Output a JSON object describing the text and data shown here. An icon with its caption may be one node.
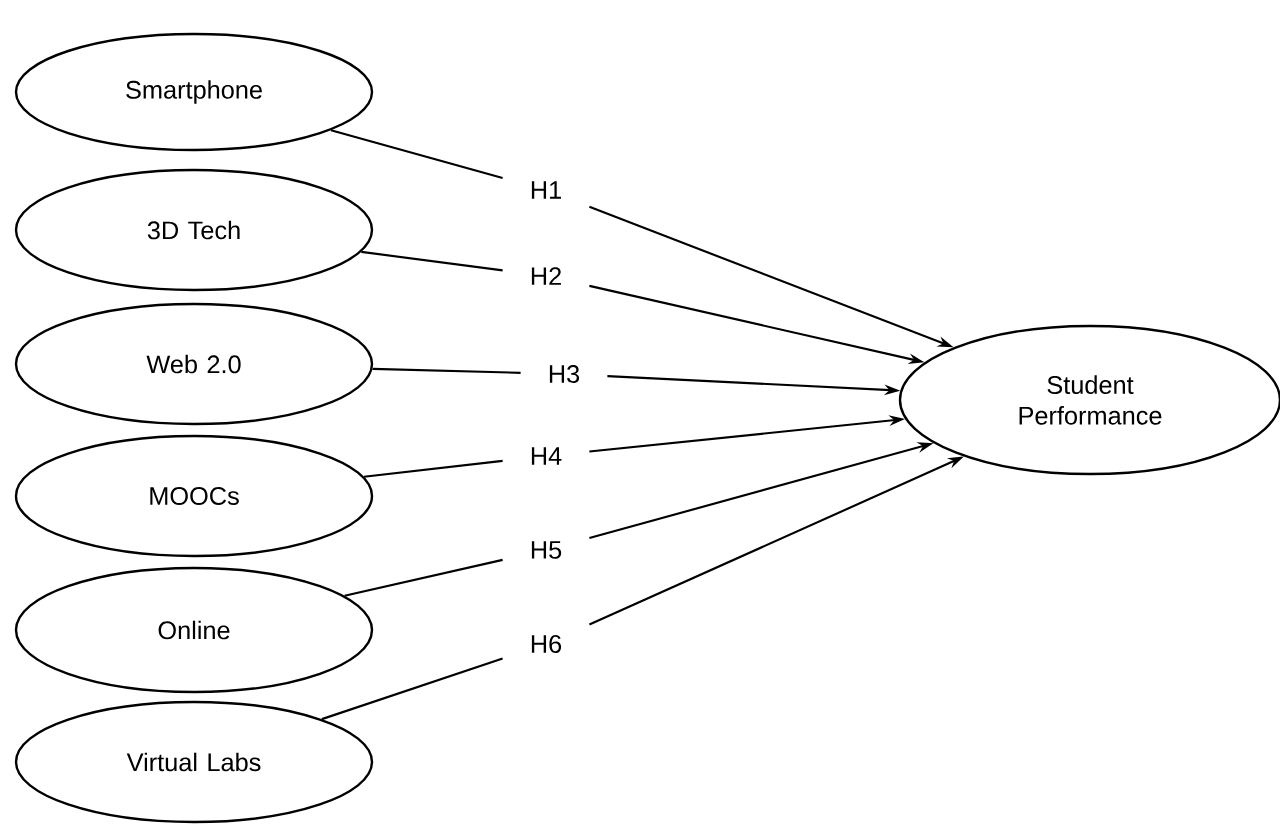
{
  "diagram": {
    "nodes": [
      {
        "text": [
          "Smartphone"
        ]
      },
      {
        "text": [
          "3D Tech"
        ]
      },
      {
        "text": [
          "Web 2.0"
        ]
      },
      {
        "text": [
          "MOOCs"
        ]
      },
      {
        "text": [
          "Online"
        ]
      },
      {
        "text": [
          "Virtual Labs"
        ]
      },
      {
        "text": [
          "Student Performance"
        ]
      },
      {
        "text": [
          "H1"
        ]
      },
      {
        "text": [
          "H2"
        ]
      },
      {
        "text": [
          "H3"
        ]
      },
      {
        "text": [
          "H4"
        ]
      },
      {
        "text": [
          "H5"
        ]
      },
      {
        "text": [
          "H6"
        ]
      }
    ],
    "edges": [
      {
        "from": 0,
        "to": 7,
        "arrow": "none"
      },
      {
        "from": 1,
        "to": 8,
        "arrow": "none"
      },
      {
        "from": 2,
        "to": 9,
        "arrow": "none"
      },
      {
        "from": 3,
        "to": 10,
        "arrow": "none"
      },
      {
        "from": 4,
        "to": 11,
        "arrow": "none"
      },
      {
        "from": 5,
        "to": 12,
        "arrow": "none"
      },
      {
        "from": 7,
        "to": 6,
        "arrow": "to"
      },
      {
        "from": 8,
        "to": 6,
        "arrow": "to"
      },
      {
        "from": 9,
        "to": 6,
        "arrow": "to"
      },
      {
        "from": 10,
        "to": 6,
        "arrow": "to"
      },
      {
        "from": 11,
        "to": 6,
        "arrow": "to"
      },
      {
        "from": 12,
        "to": 6,
        "arrow": "to"
      }
    ]
  }
}
